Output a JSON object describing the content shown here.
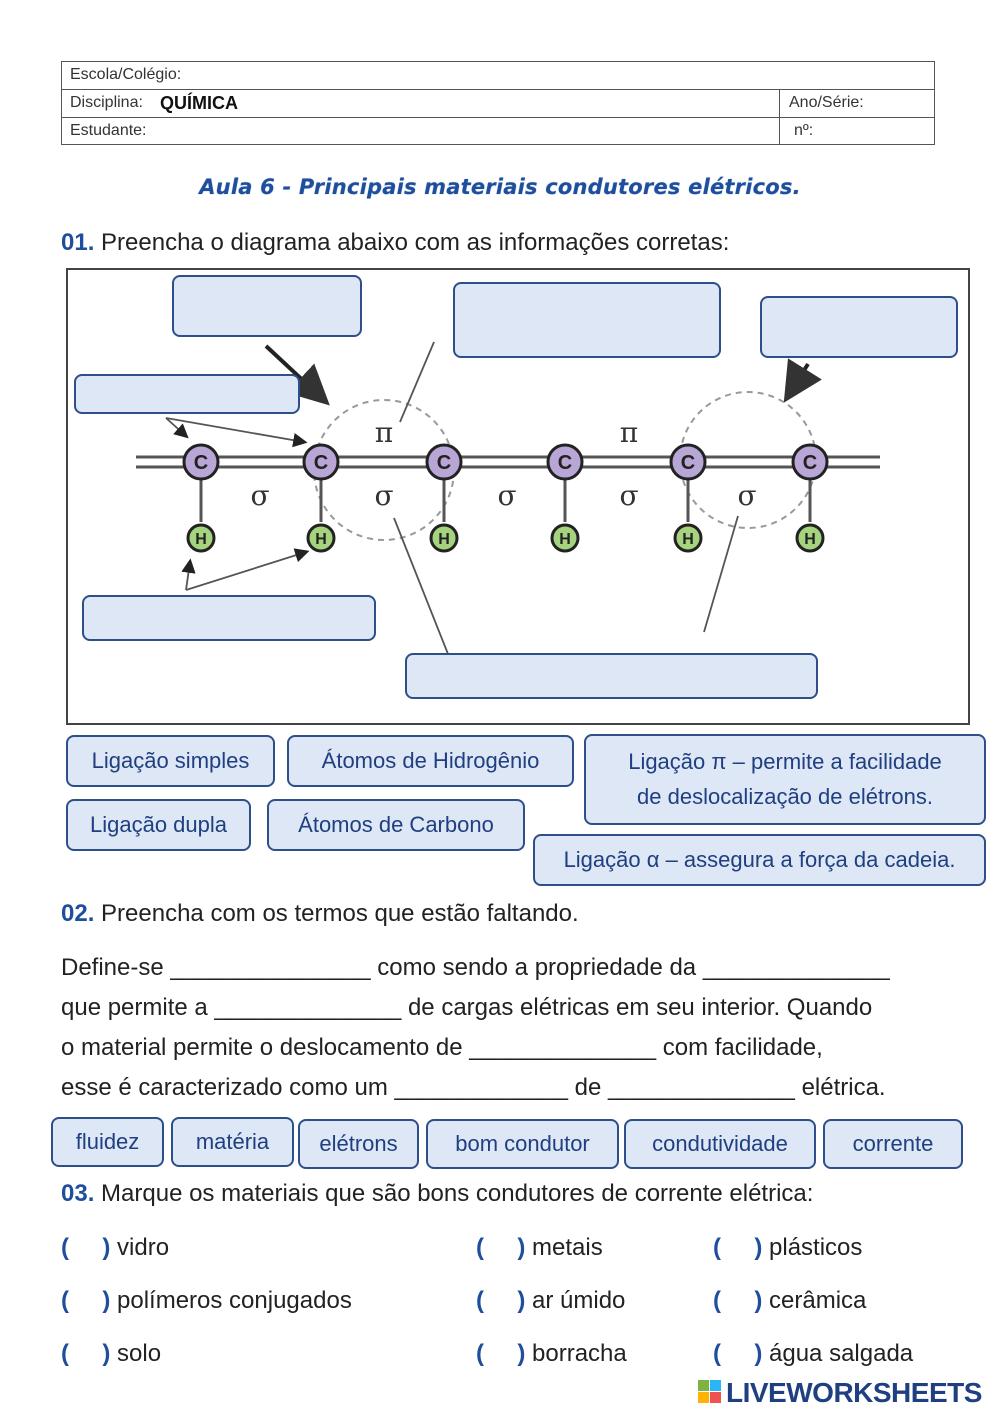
{
  "header": {
    "school_label": "Escola/Colégio:",
    "discipline_label": "Disciplina:",
    "discipline_value": "QUÍMICA",
    "grade_label": "Ano/Série:",
    "student_label": "Estudante:",
    "number_label": "nº:"
  },
  "title": "Aula 6 - Principais materiais condutores elétricos.",
  "q1": {
    "number": "01.",
    "text": " Preencha o diagrama abaixo com as informações corretas:"
  },
  "diagram": {
    "pi": "π",
    "sigma": "σ",
    "carbon": "C",
    "hydrogen": "H"
  },
  "q1_options": {
    "simple": "Ligação simples",
    "hydrogen": "Átomos de Hidrogênio",
    "pi_line1": "Ligação π – permite a facilidade",
    "pi_line2": "de deslocalização de elétrons.",
    "double": "Ligação dupla",
    "carbon": "Átomos de Carbono",
    "alpha": "Ligação α – assegura a força da cadeia."
  },
  "q2": {
    "number": "02.",
    "text": " Preencha com os termos que estão faltando.",
    "lines": [
      "Define-se _______________ como sendo a propriedade da ______________",
      "que permite a ______________ de cargas elétricas em seu interior. Quando",
      "o material permite o deslocamento de ______________  com facilidade,",
      "esse é caracterizado como um _____________ de ______________ elétrica."
    ],
    "options": [
      "fluidez",
      "matéria",
      "elétrons",
      "bom condutor",
      "condutividade",
      "corrente"
    ]
  },
  "q3": {
    "number": "03.",
    "text": " Marque os materiais que são bons condutores de corrente elétrica:",
    "paren_open": "(",
    "paren_close": ")",
    "items": [
      "vidro",
      "metais",
      "plásticos",
      "polímeros conjugados",
      "ar úmido",
      "cerâmica",
      "solo",
      "borracha",
      "água salgada"
    ]
  },
  "brand": "LIVEWORKSHEETS",
  "colors": {
    "accent": "#1f4e9c",
    "chip_bg": "#dde7f5",
    "chip_border": "#2d4f8a",
    "carbon": "#b8a6d6",
    "hydrogen": "#a6d37e"
  }
}
